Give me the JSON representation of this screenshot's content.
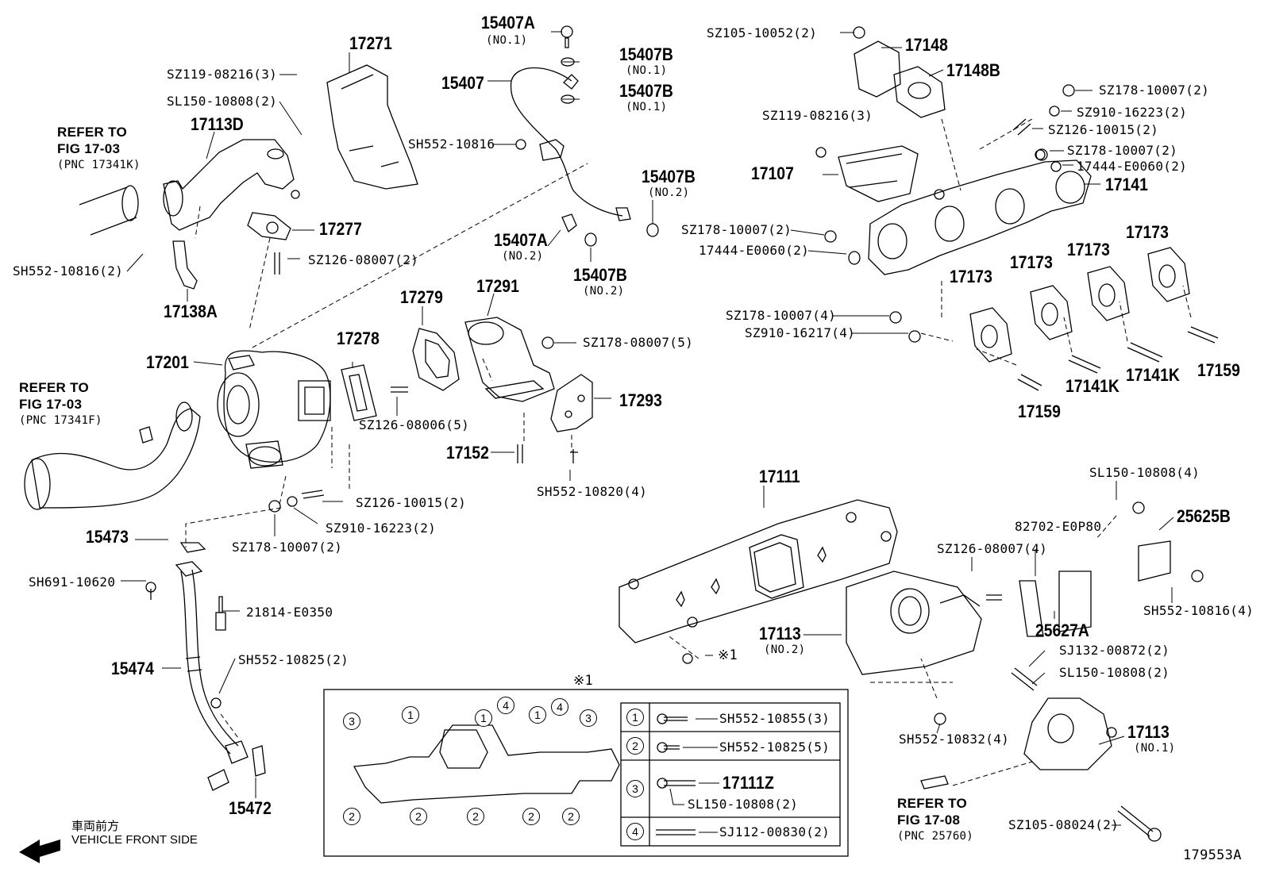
{
  "figure_id": "179553A",
  "front_label": {
    "jp": "車両前方",
    "en": "VEHICLE FRONT SIDE"
  },
  "ref_notes": {
    "fig1703_k": {
      "line1": "REFER TO",
      "line2": "FIG 17-03",
      "pnc": "(PNC 17341K)"
    },
    "fig1703_f": {
      "line1": "REFER TO",
      "line2": "FIG 17-03",
      "pnc": "(PNC 17341F)"
    },
    "fig1708": {
      "line1": "REFER TO",
      "line2": "FIG 17-08",
      "pnc": "(PNC 25760)"
    }
  },
  "labels": {
    "p15407A": "15407A",
    "p15407A_no1": "(NO.1)",
    "p15407B_1": "15407B",
    "p15407B_1_no": "(NO.1)",
    "p15407B_2": "15407B",
    "p15407B_2_no": "(NO.1)",
    "p15407": "15407",
    "sh552_10816_a": "SH552-10816",
    "p15407B_3": "15407B",
    "p15407B_3_no": "(NO.2)",
    "p15407A_2": "15407A",
    "p15407A_2_no": "(NO.2)",
    "p15407B_4": "15407B",
    "p15407B_4_no": "(NO.2)",
    "p17271": "17271",
    "sz119_08216_a": "SZ119-08216(3)",
    "sl150_10808_a": "SL150-10808(2)",
    "p17113D": "17113D",
    "p17277": "17277",
    "sz126_08007_a": "SZ126-08007(2)",
    "sh552_10816_b": "SH552-10816(2)",
    "p17138A": "17138A",
    "p17201": "17201",
    "p17278": "17278",
    "p17279": "17279",
    "p17291": "17291",
    "sz178_08007": "SZ178-08007(5)",
    "p17293": "17293",
    "sz126_08006": "SZ126-08006(5)",
    "p17152": "17152",
    "sh552_10820": "SH552-10820(4)",
    "sz126_10015_a": "SZ126-10015(2)",
    "sz910_16223_a": "SZ910-16223(2)",
    "sz178_10007_a": "SZ178-10007(2)",
    "p15473": "15473",
    "sh691_10620": "SH691-10620",
    "p21814": "21814-E0350",
    "p15474": "15474",
    "sh552_10825": "SH552-10825(2)",
    "p15472": "15472",
    "sz105_10052": "SZ105-10052(2)",
    "p17148": "17148",
    "p17148B": "17148B",
    "sz178_10007_b": "SZ178-10007(2)",
    "sz910_16223_b": "SZ910-16223(2)",
    "sz126_10015_b": "SZ126-10015(2)",
    "sz119_08216_b": "SZ119-08216(3)",
    "sz178_10007_c": "SZ178-10007(2)",
    "p17444_a": "17444-E0060(2)",
    "p17107": "17107",
    "p17141": "17141",
    "sz178_10007_d": "SZ178-10007(2)",
    "p17444_b": "17444-E0060(2)",
    "p17173_a": "17173",
    "p17173_b": "17173",
    "p17173_c": "17173",
    "p17173_d": "17173",
    "sz178_10007_e": "SZ178-10007(4)",
    "sz910_16217": "SZ910-16217(4)",
    "p17141K_a": "17141K",
    "p17141K_b": "17141K",
    "p17159_a": "17159",
    "p17159_b": "17159",
    "p17111": "17111",
    "sl150_10808_b": "SL150-10808(4)",
    "p82702": "82702-E0P80",
    "p25625B": "25625B",
    "sz126_08007_b": "SZ126-08007(4)",
    "sh552_10816_c": "SH552-10816(4)",
    "p25627A": "25627A",
    "p17113_no2": "17113",
    "p17113_no2_sub": "(NO.2)",
    "note_ref": "※1",
    "sj132": "SJ132-00872(2)",
    "sl150_10808_c": "SL150-10808(2)",
    "sh552_10832": "SH552-10832(4)",
    "p17113_no1": "17113",
    "p17113_no1_sub": "(NO.1)",
    "sz105_08024": "SZ105-08024(2)"
  },
  "legend": {
    "title": "※1",
    "rows": [
      {
        "num": "1",
        "part": "SH552-10855(3)"
      },
      {
        "num": "2",
        "part": "SH552-10825(5)"
      },
      {
        "num": "3",
        "part": "17111Z",
        "part2": "SL150-10808(2)"
      },
      {
        "num": "4",
        "part": "SJ112-00830(2)"
      }
    ],
    "callouts": [
      "3",
      "1",
      "1",
      "4",
      "1",
      "4",
      "3",
      "2",
      "2",
      "2",
      "2",
      "2"
    ]
  }
}
